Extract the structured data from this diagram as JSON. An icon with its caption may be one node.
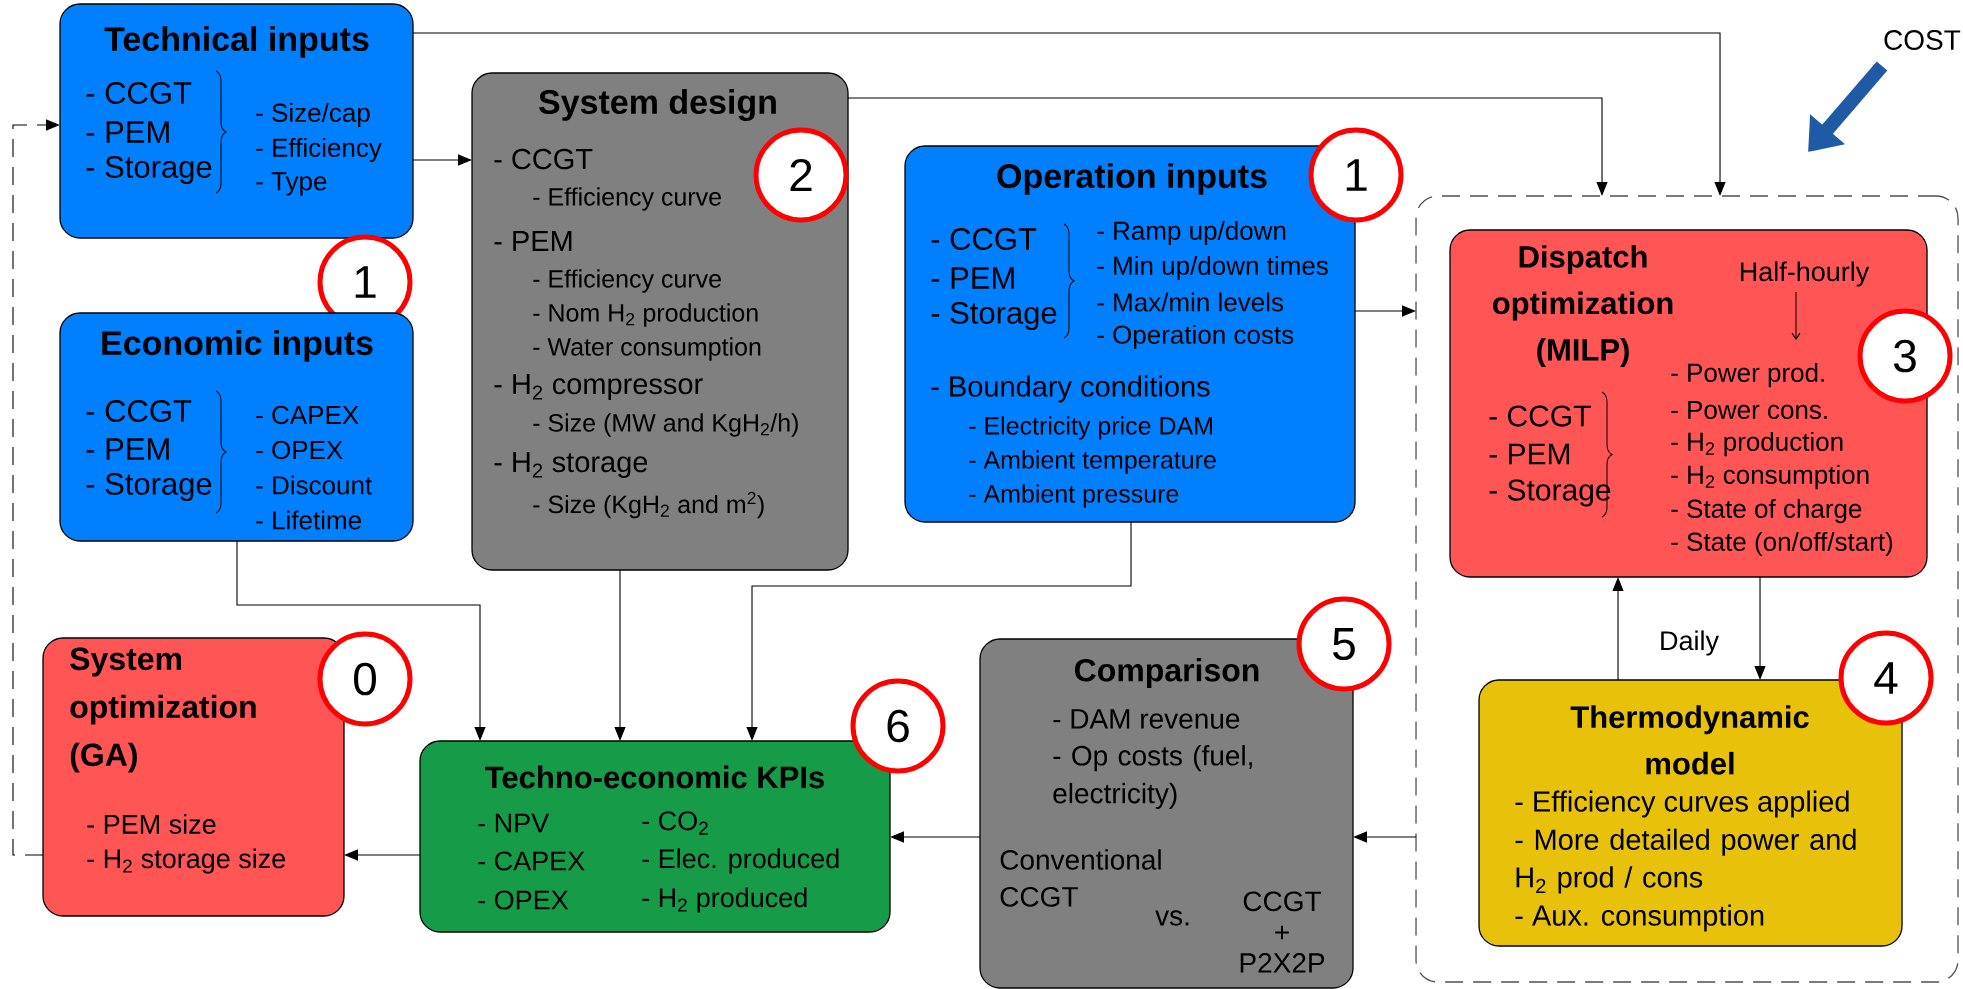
{
  "diagram": {
    "nodes": [
      {
        "text": [
          "Technical inputs",
          "- CCGT",
          "- PEM",
          "- Storage",
          "- Size/cap",
          "- Efficiency",
          "- Type"
        ]
      },
      {
        "text": [
          "1"
        ]
      },
      {
        "text": [
          "Economic inputs",
          "- CCGT",
          "- PEM",
          "- Storage",
          "- CAPEX",
          "- OPEX",
          "- Discount",
          "- Lifetime"
        ]
      },
      {
        "text": [
          "System design",
          "- CCGT",
          "- Efficiency curve",
          "- PEM",
          "- Efficiency curve",
          "- Nom H$_{2}$ production",
          "- Water consumption",
          "- H$_{2}$ compressor",
          "- Size (MW and KgH$_{2}$/h)",
          "- H$_{2}$ storage",
          "- Size (KgH$_{2}$ and m$^{2}$)"
        ]
      },
      {
        "text": [
          "2"
        ],
        "in": 3
      },
      {
        "text": [
          "Operation inputs",
          "- CCGT",
          "- PEM",
          "- Storage",
          "- Ramp up/down",
          "- Min up/down times",
          "- Max/min levels",
          "- Operation costs",
          "- Boundary conditions",
          "- Electricity price DAM",
          "- Ambient temperature",
          "- Ambient pressure"
        ]
      },
      {
        "text": [
          "1"
        ]
      },
      {
        "text": [],
        "shape": "box"
      },
      {
        "text": [
          "Dispatch optimization (MILP)",
          "Half-hourly",
          "- CCGT",
          "- PEM",
          "- Storage",
          "- Power prod.",
          "- Power cons.",
          "- H$_{2}$ production",
          "- H$_{2}$ consumption",
          "- State of charge",
          "- State (on/off/start)"
        ],
        "in": 7
      },
      {
        "text": [
          "3"
        ],
        "in": 7
      },
      {
        "text": [
          "Thermodynamic model",
          "- Efficiency curves applied",
          "- More detailed power and H$_{2}$ prod / cons",
          "- Aux. consumption"
        ],
        "in": 7
      },
      {
        "text": [
          "4"
        ],
        "in": 7
      },
      {
        "text": [
          "System optimization (GA)",
          "- PEM size",
          "- H$_{2}$ storage size"
        ]
      },
      {
        "text": [
          "0"
        ]
      },
      {
        "text": [
          "Techno-economic KPIs",
          "- NPV",
          "- CAPEX",
          "- OPEX",
          "- CO$_{2}$",
          "- Elec. produced",
          "- H$_{2}$ produced"
        ]
      },
      {
        "text": [
          "6"
        ]
      },
      {
        "text": [
          "Comparison",
          "- DAM revenue",
          "- Op costs (fuel, electricity)",
          "Conventional CCGT",
          "vs.",
          "CCGT + P2X2P"
        ]
      },
      {
        "text": [
          "5"
        ]
      }
    ],
    "edges": [
      {
        "from": 0,
        "to": 3,
        "arrow": "to"
      },
      {
        "from": 0,
        "to": 7,
        "arrow": "to"
      },
      {
        "from": 3,
        "to": 7,
        "arrow": "to"
      },
      {
        "from": 5,
        "to": 7,
        "arrow": "to"
      },
      {
        "from": 2,
        "to": 14,
        "arrow": "to"
      },
      {
        "from": 3,
        "to": 14,
        "arrow": "to"
      },
      {
        "from": 5,
        "to": 14,
        "arrow": "to"
      },
      {
        "from": 8,
        "to": 10,
        "arrow": "to"
      },
      {
        "from": 10,
        "to": 8,
        "arrow": "to"
      },
      {
        "from": 7,
        "to": 16,
        "arrow": "to"
      },
      {
        "from": 16,
        "to": 14,
        "arrow": "to"
      },
      {
        "from": 14,
        "to": 12,
        "arrow": "to"
      },
      {
        "from": 12,
        "to": 0,
        "arrow": "to",
        "style": "dashed"
      }
    ],
    "labels": [
      "Daily",
      "COST"
    ]
  }
}
